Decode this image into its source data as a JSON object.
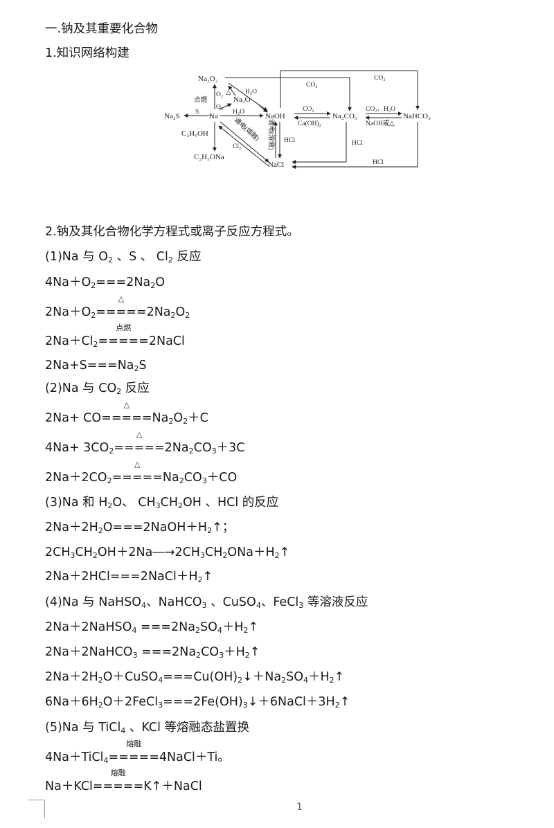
{
  "heading": "一.钠及其重要化合物",
  "sec1": "1.知识网络构建",
  "diagram": {
    "na2o2": "Na₂O₂",
    "na2o": "Na₂O",
    "na": "Na",
    "na2s": "Na₂S",
    "naoh": "NaOH",
    "na2co3": "Na₂CO₃",
    "nahco3": "NaHCO₃",
    "nacl": "NaCl",
    "c2h5oh": "C₂H₅OH",
    "c2h5ona": "C₂H₅ONa",
    "dianran": "点燃",
    "o2a": "O₂",
    "delta": "△",
    "o2b": "O₂",
    "s": "S",
    "h2o_a": "H₂O",
    "h2o_b": "H₂O",
    "co2_top": "CO₂",
    "co2_top2": "CO₂",
    "co2_mid": "CO₂",
    "caoh2": "Ca(OH)₂",
    "co2h2o": "CO₂、H₂O",
    "naoh_or": "NaOH或△",
    "tongdian_ry": "通电(溶液)",
    "tongdian_rr": "通电(熔融)",
    "cl2": "Cl₂",
    "hcl1": "HCl",
    "hcl2": "HCl",
    "hcl3": "HCl"
  },
  "sec2": "2.钠及其化合物化学方程式或离子反应方程式。",
  "p1": {
    "t": "(1)Na 与 O",
    "s1": "2",
    "m1": "  、S 、 Cl",
    "s2": "2",
    "e": " 反应"
  },
  "e1": {
    "a": "4Na＋O",
    "s1": "2",
    "b": "===2Na",
    "s2": "2",
    "c": "O"
  },
  "e2": {
    "a": "2Na＋O",
    "s1": "2",
    "cond": "=====",
    "over": "△",
    "b": "2Na",
    "s2": "2",
    "c": "O",
    "s3": "2"
  },
  "e3": {
    "a": "2Na＋Cl",
    "s1": "2",
    "cond": "=====",
    "over": "点燃",
    "b": "2NaCl"
  },
  "e4": {
    "a": "2Na+S===Na",
    "s1": "2",
    "b": "S"
  },
  "p2": {
    "a": "(2)Na 与 CO",
    "s1": "2",
    "b": " 反应"
  },
  "e5": {
    "a": "2Na+ CO",
    "cond": "=====",
    "over": "△",
    "b": "Na",
    "s1": "2",
    "c": "O",
    "s2": "2",
    "d": "＋C"
  },
  "e6": {
    "a": "4Na+ 3CO",
    "s1": "2",
    "cond": "=====",
    "over": "△",
    "b": "2Na",
    "s2": "2",
    "c": "CO",
    "s3": "3",
    "d": "＋3C"
  },
  "e7": {
    "a": "2Na＋2CO",
    "s1": "2",
    "cond": "=====",
    "over": "△",
    "b": "Na",
    "s2": "2",
    "c": "CO",
    "s3": "3",
    "d": "＋CO"
  },
  "p3": {
    "a": "(3)Na 和 H",
    "s1": "2",
    "b": "O、 CH",
    "s2": "3",
    "c": "CH",
    "s3": "2",
    "d": "OH 、HCl 的反应"
  },
  "e8": {
    "a": "2Na＋2H",
    "s1": "2",
    "b": "O===2NaOH＋H",
    "s2": "2",
    "c": "↑；"
  },
  "e9": {
    "a": "2CH",
    "s1": "3",
    "b": "CH",
    "s2": "2",
    "c": "OH＋2Na―→2CH",
    "s3": "3",
    "d": "CH",
    "s4": "2",
    "e": "ONa＋H",
    "s5": "2",
    "f": "↑"
  },
  "e10": {
    "a": "2Na＋2HCl===2NaCl＋H",
    "s1": "2",
    "b": "↑"
  },
  "p4": {
    "a": "(4)Na 与 NaHSO",
    "s1": "4",
    "b": "、NaHCO",
    "s2": "3",
    "c": " 、CuSO",
    "s3": "4",
    "d": "、FeCl",
    "s4": "3",
    "e": " 等溶液反应"
  },
  "e11": {
    "a": "2Na＋2NaHSO",
    "s1": "4",
    "b": " ===2Na",
    "s2": "2",
    "c": "SO",
    "s3": "4",
    "d": "＋H",
    "s4": "2",
    "e": "↑"
  },
  "e12": {
    "a": "2Na＋2NaHCO",
    "s1": "3",
    "b": " ===2Na",
    "s2": "2",
    "c": "CO",
    "s3": "3",
    "d": "＋H",
    "s4": "2",
    "e": "↑"
  },
  "e13": {
    "a": "2Na＋2H",
    "s1": "2",
    "b": "O＋CuSO",
    "s2": "4",
    "c": "===Cu(OH)",
    "s3": "2",
    "d": "↓＋Na",
    "s4": "2",
    "e": "SO",
    "s5": "4",
    "f": "＋H",
    "s6": "2",
    "g": "↑"
  },
  "e14": {
    "a": "6Na＋6H",
    "s1": "2",
    "b": "O＋2FeCl",
    "s2": "3",
    "c": "===2Fe(OH)",
    "s3": "3",
    "d": "↓＋6NaCl＋3H",
    "s4": "2",
    "e": "↑"
  },
  "p5": {
    "a": "(5)Na 与 TiCl",
    "s1": "4",
    "b": " 、KCl 等熔融态盐置换"
  },
  "e15": {
    "a": "4Na＋TiCl",
    "s1": "4",
    "cond": "=====",
    "over": "熔融",
    "b": "4NaCl＋Ti。"
  },
  "e16": {
    "a": "Na＋KCl",
    "cond": "=====",
    "over": "熔融",
    "b": "K↑＋NaCl"
  },
  "page_number": "1"
}
